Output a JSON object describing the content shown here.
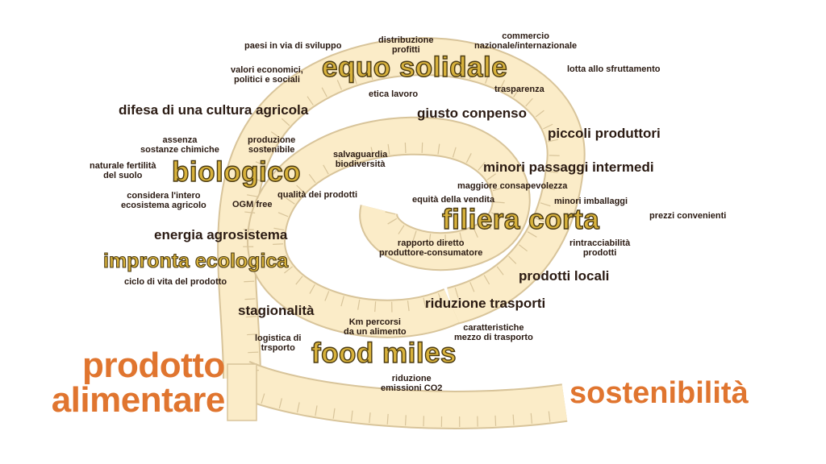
{
  "colors": {
    "tape_fill": "#fbecc8",
    "tape_stroke": "#d8c49a",
    "keyword": "#d8b23c",
    "accent": "#e0752f",
    "text": "#2a1a12"
  },
  "left_title": [
    "prodotto",
    "alimentare"
  ],
  "right_title": "sostenibilità",
  "keywords": {
    "equo_solidale": "equo solidale",
    "biologico": "biologico",
    "filiera_corta": "filiera corta",
    "impronta_ecologica": "impronta ecologica",
    "food_miles": "food miles"
  },
  "labels": {
    "paesi": "paesi in via di sviluppo",
    "distribuzione": [
      "distribuzione",
      "profitti"
    ],
    "commercio": [
      "commercio",
      "nazionale/internazionale"
    ],
    "valori": [
      "valori economici,",
      "politici e sociali"
    ],
    "lotta": "lotta allo sfruttamento",
    "trasparenza": "trasparenza",
    "etica": "etica lavoro",
    "difesa": "difesa di una cultura agricola",
    "giusto": "giusto conpenso",
    "piccoli": "piccoli produttori",
    "assenza": [
      "assenza",
      "sostanze chimiche"
    ],
    "produzione": [
      "produzione",
      "sostenibile"
    ],
    "salvaguardia": [
      "salvaguardia",
      "biodiversità"
    ],
    "naturale": [
      "naturale fertilità",
      "del suolo"
    ],
    "minori_passaggi": "minori passaggi intermedi",
    "maggiore": "maggiore consapevolezza",
    "considera": [
      "considera l'intero",
      "ecosistema agricolo"
    ],
    "qualita": "qualità dei prodotti",
    "ogm": "OGM free",
    "equita": "equità della vendita",
    "minori_imballaggi": "minori imballaggi",
    "prezzi": "prezzi convenienti",
    "energia": "energia agrosistema",
    "rapporto": [
      "rapporto diretto",
      "produttore-consumatore"
    ],
    "rintracciabilita": [
      "rintracciabilità",
      "prodotti"
    ],
    "ciclo": "ciclo di vita del prodotto",
    "prodotti_locali": "prodotti locali",
    "stagionalita": "stagionalità",
    "riduzione_trasporti": "riduzione trasporti",
    "km": [
      "Km percorsi",
      "da un alimento"
    ],
    "caratteristiche": [
      "caratteristiche",
      "mezzo di trasporto"
    ],
    "logistica": [
      "logistica di",
      "trsporto"
    ],
    "riduzione_emissioni": [
      "riduzione",
      "emissioni CO2"
    ]
  }
}
